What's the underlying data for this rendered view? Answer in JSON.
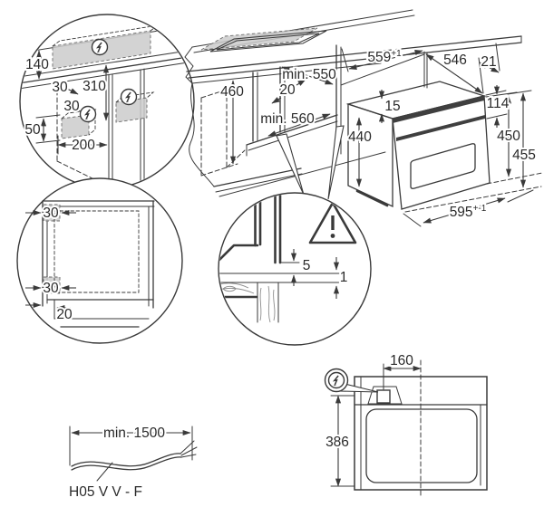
{
  "colors": {
    "line": "#3a3a3a",
    "shaded_zone": "#cbcbcb",
    "text": "#2a2a2a"
  },
  "icons": {
    "electrical": "power-supply-bolt-icon",
    "warning": "warning-triangle-icon"
  },
  "install_zone_detail": {
    "d140": "140",
    "d30_top": "30",
    "d310": "310",
    "d30_mid": "30",
    "d50": "50",
    "d200": "200"
  },
  "cabinet_view": {
    "d460": "460",
    "d_min550": "min. 550",
    "d20": "20",
    "d_min560": "min. 560"
  },
  "appliance_view": {
    "d559": "559",
    "d559_sup": "+1",
    "d546": "546",
    "d21": "21",
    "d15": "15",
    "d114": "114",
    "d440": "440",
    "d450": "450",
    "d455": "455",
    "d595": "595",
    "d595_sup": "+-1"
  },
  "front_niche_detail": {
    "d30_top": "30",
    "d30_bottom": "30",
    "d20": "20"
  },
  "rear_gap_detail": {
    "d5": "5",
    "d1": "1"
  },
  "top_view": {
    "d160": "160",
    "d386": "386"
  },
  "mains_cable": {
    "d_min1500": "min. 1500",
    "type_label": "H05 V V - F"
  }
}
